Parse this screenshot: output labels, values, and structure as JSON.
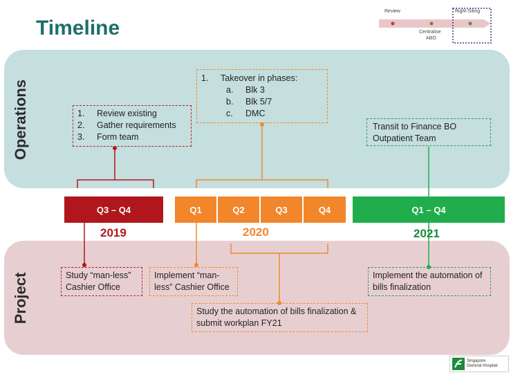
{
  "page": {
    "title": "Timeline"
  },
  "legend": {
    "review": "Review",
    "centralise": "Centralise",
    "abo": "ABO",
    "right_siting": "Right-Siting"
  },
  "bands": {
    "operations": "Operations",
    "project": "Project"
  },
  "timeline": {
    "bar_2019": "Q3 – Q4",
    "bars_2020": [
      "Q1",
      "Q2",
      "Q3",
      "Q4"
    ],
    "bar_2021": "Q1 – Q4",
    "years": [
      "2019",
      "2020",
      "2021"
    ]
  },
  "operations": {
    "box_2019": [
      {
        "n": "1.",
        "text": "Review existing"
      },
      {
        "n": "2.",
        "text": "Gather requirements"
      },
      {
        "n": "3.",
        "text": "Form team"
      }
    ],
    "box_2020": {
      "n": "1.",
      "text": "Takeover in phases:",
      "items": [
        {
          "n": "a.",
          "text": "Blk 3"
        },
        {
          "n": "b.",
          "text": "Blk 5/7"
        },
        {
          "n": "c.",
          "text": "DMC"
        }
      ]
    },
    "box_2021": "Transit to Finance BO Outpatient Team"
  },
  "project": {
    "box_2019": "Study “man-less” Cashier Office",
    "box_2020_q1": "Implement “man-less” Cashier Office",
    "box_2020_q2q4": "Study the automation of bills finalization & submit workplan FY21",
    "box_2021": "Implement the automation of bills finalization"
  },
  "logo": {
    "line1": "Singapore",
    "line2": "General Hospital"
  },
  "colors": {
    "red": "#b0161b",
    "orange": "#f2862b",
    "green": "#1fae4b",
    "teal": "#1e6f6a"
  }
}
